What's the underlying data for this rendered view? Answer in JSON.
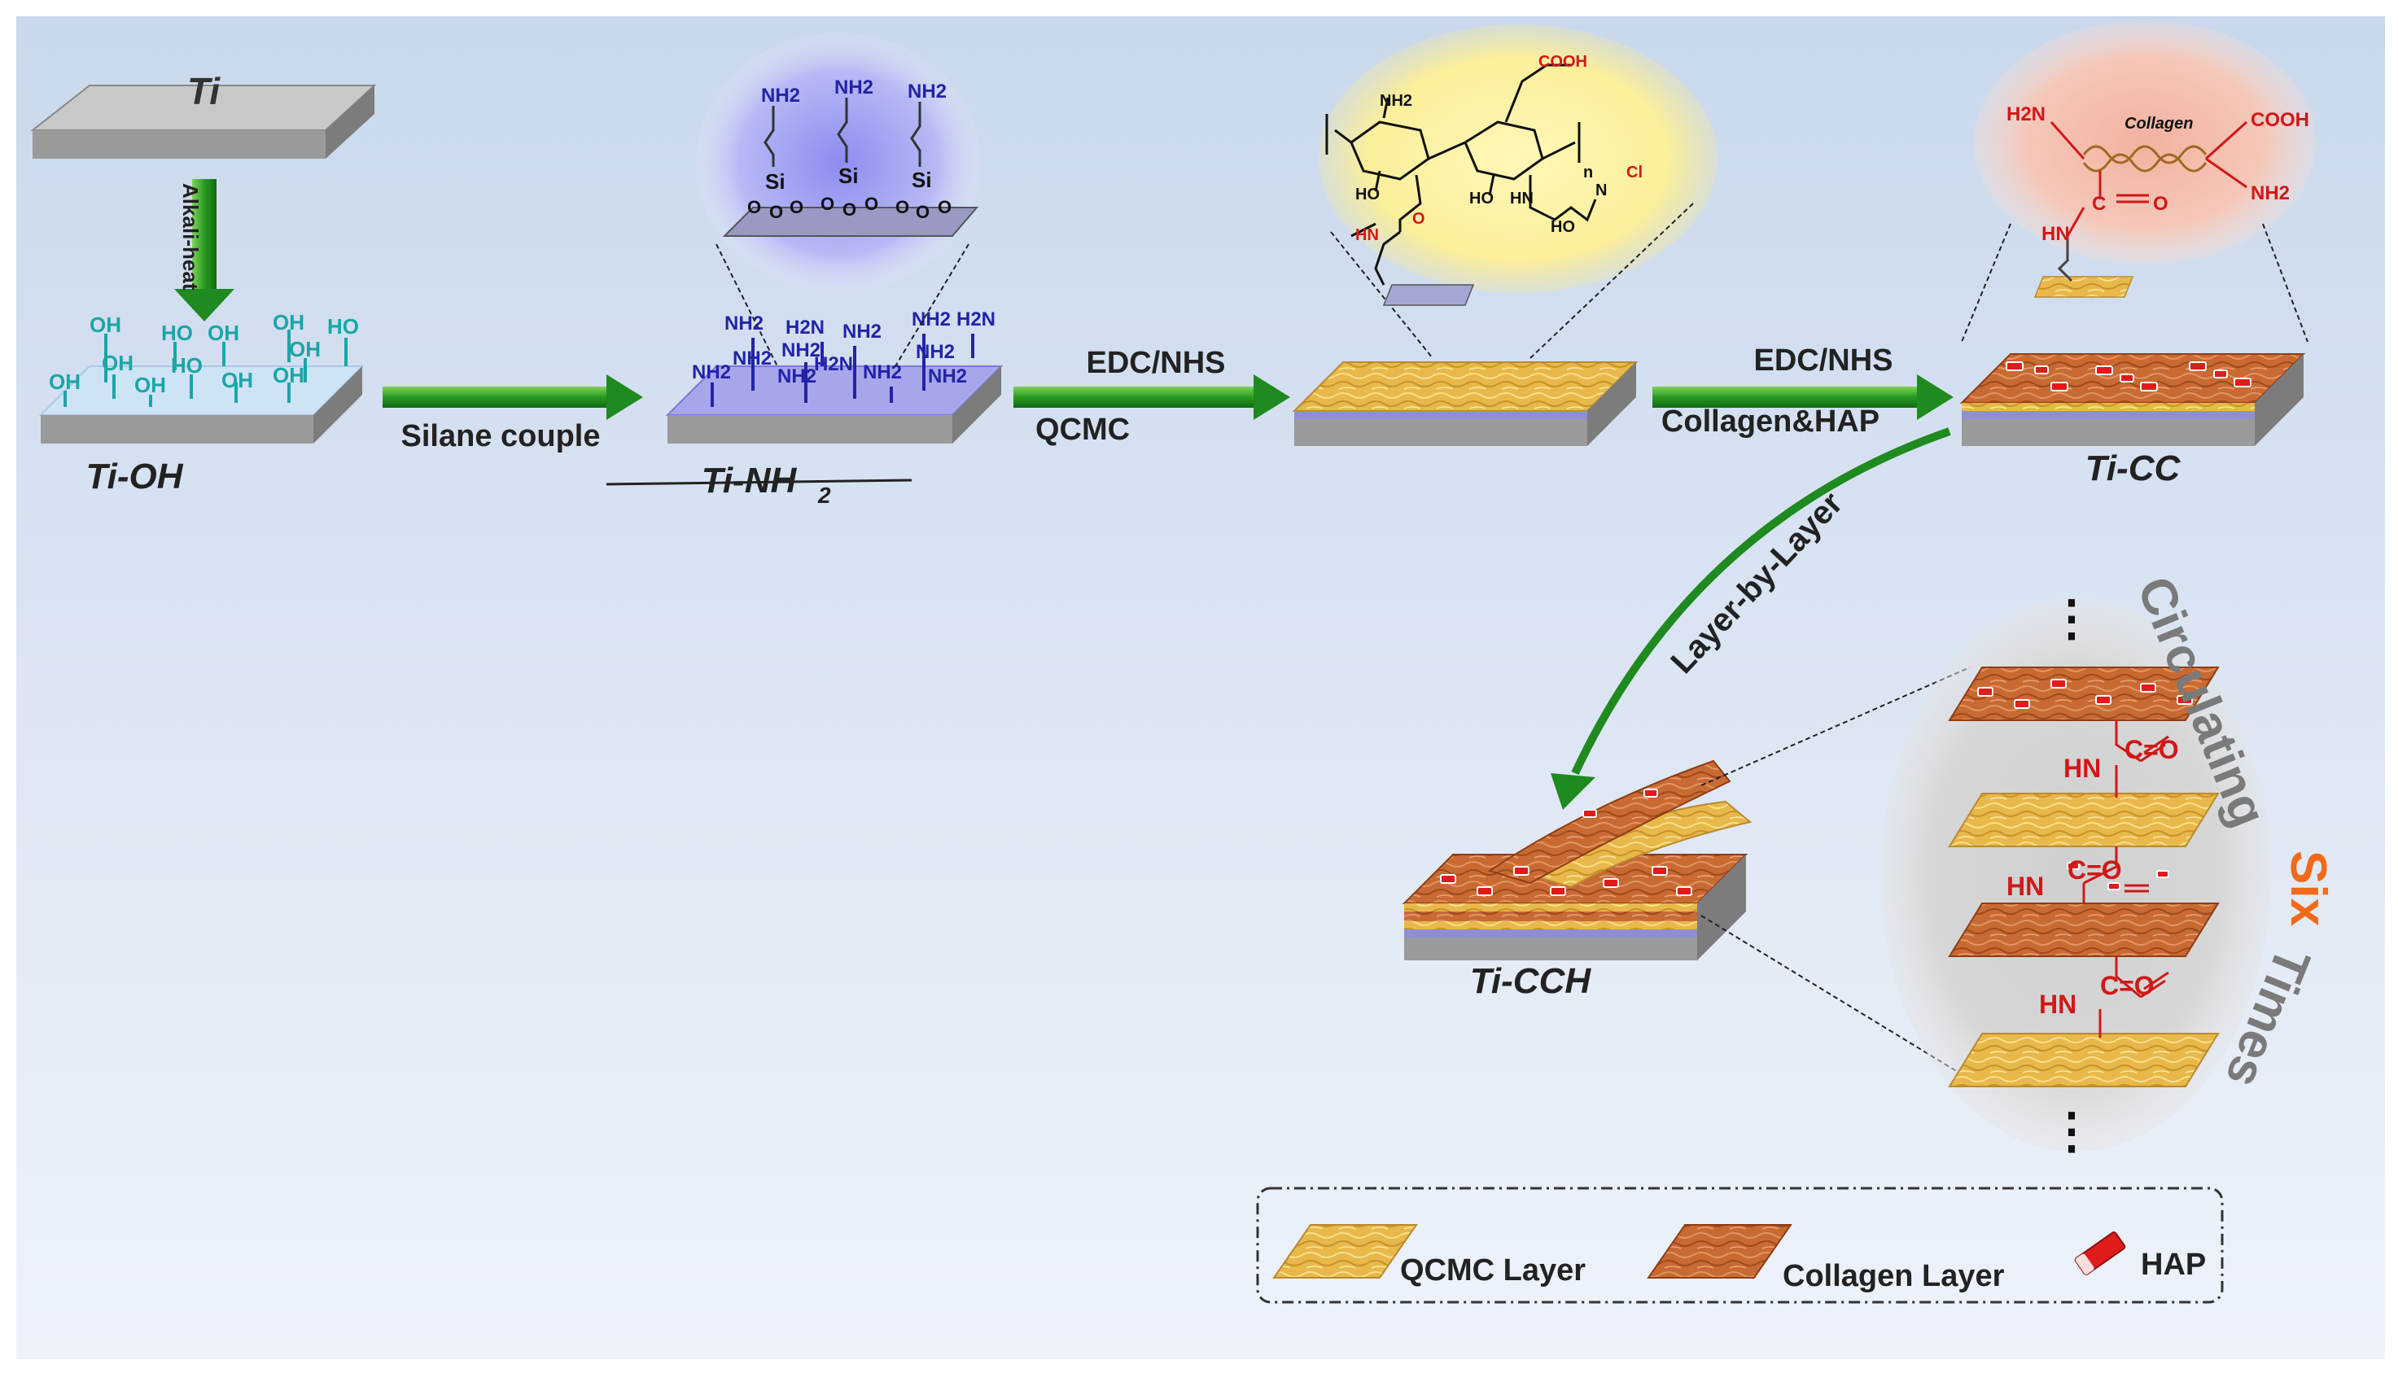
{
  "labels": {
    "ti_top": "Ti",
    "ti_oh": "Ti-OH",
    "ti_nh2": "Ti-NH",
    "ti_nh2_sub": "2",
    "ti_cc": "Ti-CC",
    "ti_cch": "Ti-CCH"
  },
  "reactions": {
    "alkali_heat": "Alkali-heat",
    "silane": "Silane couple",
    "edc1": "EDC/NHS",
    "qcmc": "QCMC",
    "edc2": "EDC/NHS",
    "collagen_hap": "Collagen&HAP",
    "layer_by_layer": "Layer-by-Layer"
  },
  "chem": {
    "oh": "OH",
    "ho": "HO",
    "nh2": "NH2",
    "h2n": "H2N",
    "si": "Si",
    "o": "O",
    "nh": "NH",
    "hn": "HN",
    "cooh": "COOH",
    "ho_short": "HO",
    "n_plus": "N",
    "cl": "Cl",
    "n_sub": "n",
    "collagen": "Collagen",
    "c_eq_o": "C=O"
  },
  "circulating": {
    "word1": "Circulating",
    "word2": "Six",
    "word3": "Times",
    "dots": "⋮"
  },
  "legend": {
    "qcmc": "QCMC Layer",
    "collagen": "Collagen Layer",
    "hap": "HAP"
  },
  "colors": {
    "background_top": "#c9d8ec",
    "background_bottom": "#eef3fa",
    "arrow_green": "#1f8a1f",
    "ti_gray": "#b7b7b7",
    "qcmc_yellow": "#e8b84a",
    "collagen_orange": "#c96a33",
    "hap_red": "#e01b1b",
    "oh_teal": "#1aa6a6",
    "nh2_blue": "#2323a8",
    "amide_red": "#d01818",
    "circulating_gray": "#7a7a7a",
    "six_orange": "#f06a1a"
  }
}
